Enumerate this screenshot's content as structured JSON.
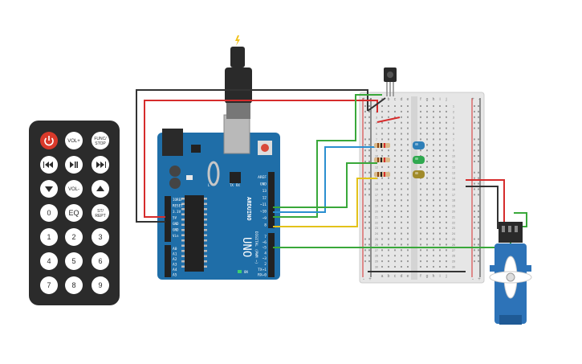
{
  "remote": {
    "buttons": [
      {
        "label": "",
        "icon": "power-icon"
      },
      {
        "label": "VOL+"
      },
      {
        "label": "FUNC/\nSTOP"
      },
      {
        "label": "",
        "icon": "rewind-icon"
      },
      {
        "label": "",
        "icon": "play-pause-icon"
      },
      {
        "label": "",
        "icon": "fast-forward-icon"
      },
      {
        "label": "",
        "icon": "down-triangle-icon"
      },
      {
        "label": "VOL-"
      },
      {
        "label": "",
        "icon": "up-triangle-icon"
      },
      {
        "label": "0"
      },
      {
        "label": "EQ"
      },
      {
        "label": "ST/\nREPT"
      },
      {
        "label": "1"
      },
      {
        "label": "2"
      },
      {
        "label": "3"
      },
      {
        "label": "4"
      },
      {
        "label": "5"
      },
      {
        "label": "6"
      },
      {
        "label": "7"
      },
      {
        "label": "8"
      },
      {
        "label": "9"
      }
    ]
  },
  "arduino": {
    "brand": "ARDUINO",
    "model": "UNO",
    "power_pins": [
      "IOREF",
      "RESET",
      "3.3V",
      "5V",
      "GND",
      "GND",
      "Vin"
    ],
    "analog_pins": [
      "A0",
      "A1",
      "A2",
      "A3",
      "A4",
      "A5"
    ],
    "top_pins": [
      "AREF",
      "GND",
      "13",
      "12",
      "~11",
      "~10",
      "~9",
      "8"
    ],
    "bottom_pins": [
      "7",
      "~6",
      "~5",
      "4",
      "~3",
      "2",
      "TX→1",
      "RX←0"
    ],
    "digital_label": "DIGITAL (PWM ~)",
    "tx_label": "TX",
    "rx_label": "RX",
    "on_label": "ON",
    "l_label": "L"
  },
  "breadboard": {
    "col_letters_left": [
      "a",
      "b",
      "c",
      "d",
      "e"
    ],
    "col_letters_right": [
      "f",
      "g",
      "h",
      "i",
      "j"
    ],
    "rail_plus": "+",
    "rail_minus": "-",
    "row_count": 30
  },
  "leds": [
    {
      "name": "blue",
      "color": "#2e7fb8"
    },
    {
      "name": "green",
      "color": "#2fa84f"
    },
    {
      "name": "yellow",
      "color": "#a08a2a"
    }
  ],
  "colors": {
    "arduino_blue": "#1f6ea8",
    "remote_body": "#2b2b2b",
    "power_red": "#d93a2b",
    "wire_red": "#d62c2c",
    "wire_black": "#333333",
    "wire_green": "#39a83a",
    "wire_blue": "#2b8fd0",
    "wire_yellow": "#e3c21a",
    "servo_blue": "#2d73b8"
  }
}
